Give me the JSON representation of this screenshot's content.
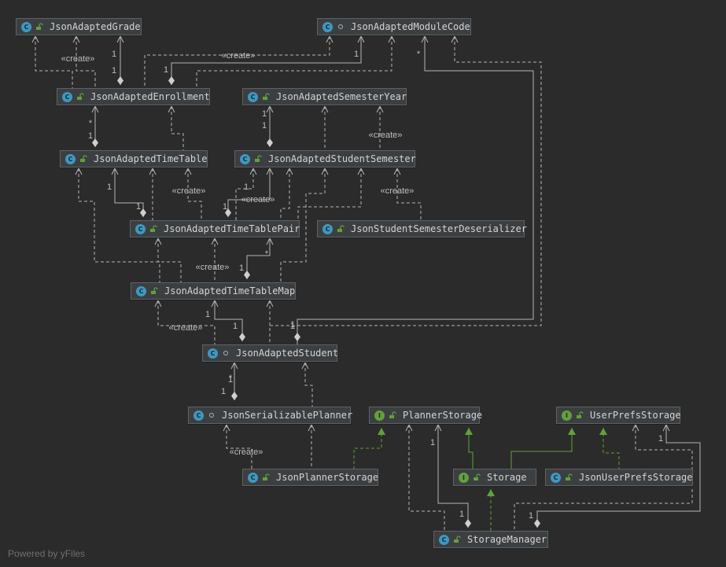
{
  "diagram": {
    "nodes": [
      {
        "id": "grade",
        "label": "JsonAdaptedGrade",
        "kind": "class",
        "visibility": "public"
      },
      {
        "id": "modcode",
        "label": "JsonAdaptedModuleCode",
        "kind": "class",
        "visibility": "package"
      },
      {
        "id": "enroll",
        "label": "JsonAdaptedEnrollment",
        "kind": "class",
        "visibility": "public"
      },
      {
        "id": "semyear",
        "label": "JsonAdaptedSemesterYear",
        "kind": "class",
        "visibility": "public"
      },
      {
        "id": "timetable",
        "label": "JsonAdaptedTimeTable",
        "kind": "class",
        "visibility": "public"
      },
      {
        "id": "stusem",
        "label": "JsonAdaptedStudentSemester",
        "kind": "class",
        "visibility": "public"
      },
      {
        "id": "ttpair",
        "label": "JsonAdaptedTimeTablePair",
        "kind": "class",
        "visibility": "public"
      },
      {
        "id": "deser",
        "label": "JsonStudentSemesterDeserializer",
        "kind": "class",
        "visibility": "public"
      },
      {
        "id": "ttmap",
        "label": "JsonAdaptedTimeTableMap",
        "kind": "class",
        "visibility": "public"
      },
      {
        "id": "student",
        "label": "JsonAdaptedStudent",
        "kind": "class",
        "visibility": "package"
      },
      {
        "id": "serial",
        "label": "JsonSerializablePlanner",
        "kind": "class",
        "visibility": "package"
      },
      {
        "id": "plannerstorage",
        "label": "PlannerStorage",
        "kind": "interface",
        "visibility": "public"
      },
      {
        "id": "userprefsstorage",
        "label": "UserPrefsStorage",
        "kind": "interface",
        "visibility": "public"
      },
      {
        "id": "jsonplanner",
        "label": "JsonPlannerStorage",
        "kind": "class",
        "visibility": "public"
      },
      {
        "id": "storage",
        "label": "Storage",
        "kind": "interface",
        "visibility": "public"
      },
      {
        "id": "jsonuserprefs",
        "label": "JsonUserPrefsStorage",
        "kind": "class",
        "visibility": "public"
      },
      {
        "id": "manager",
        "label": "StorageManager",
        "kind": "class",
        "visibility": "public"
      }
    ],
    "labels": [
      {
        "id": "l-create-1",
        "text": "«create»"
      },
      {
        "id": "l-create-2",
        "text": "«create»"
      },
      {
        "id": "l-create-3",
        "text": "«create»"
      },
      {
        "id": "l-create-4",
        "text": "«create»"
      },
      {
        "id": "l-create-5",
        "text": "«create»"
      },
      {
        "id": "l-create-6",
        "text": "«create»"
      },
      {
        "id": "l-create-7",
        "text": "«create»"
      },
      {
        "id": "l-create-8",
        "text": "«create»"
      },
      {
        "id": "l-create-9",
        "text": "«create»"
      },
      {
        "id": "l-create-10",
        "text": "«create»"
      },
      {
        "id": "m1",
        "text": "1"
      },
      {
        "id": "m2",
        "text": "1"
      },
      {
        "id": "m3",
        "text": "1"
      },
      {
        "id": "m4",
        "text": "1"
      },
      {
        "id": "m5",
        "text": "*"
      },
      {
        "id": "m6",
        "text": "*"
      },
      {
        "id": "m7",
        "text": "1"
      },
      {
        "id": "m8",
        "text": "1"
      },
      {
        "id": "m9",
        "text": "1"
      },
      {
        "id": "m10",
        "text": "1"
      },
      {
        "id": "m11",
        "text": "1"
      },
      {
        "id": "m12",
        "text": "1"
      },
      {
        "id": "m13",
        "text": "1"
      },
      {
        "id": "m14",
        "text": "1"
      },
      {
        "id": "m15",
        "text": "1"
      },
      {
        "id": "m16",
        "text": "1"
      },
      {
        "id": "m17",
        "text": "*"
      },
      {
        "id": "m18",
        "text": "1"
      },
      {
        "id": "m19",
        "text": "1"
      },
      {
        "id": "m20",
        "text": "1"
      },
      {
        "id": "m21",
        "text": "1"
      },
      {
        "id": "m22",
        "text": "1"
      },
      {
        "id": "m23",
        "text": "1"
      },
      {
        "id": "m24",
        "text": "*"
      },
      {
        "id": "m25",
        "text": "1"
      },
      {
        "id": "m26",
        "text": "1"
      },
      {
        "id": "m27",
        "text": "1"
      },
      {
        "id": "m28",
        "text": "1"
      }
    ]
  },
  "icons": {
    "class_glyph": "C",
    "interface_glyph": "I",
    "public_icon": "unlock-icon",
    "package_icon": "package-dot-icon"
  },
  "colors": {
    "background": "#2b2b2b",
    "edge": "#b4b4b4",
    "realization": "#62a13a",
    "class_icon": "#3f98c1",
    "interface_icon": "#62a13a"
  },
  "footer": {
    "powered_by": "Powered by yFiles"
  }
}
